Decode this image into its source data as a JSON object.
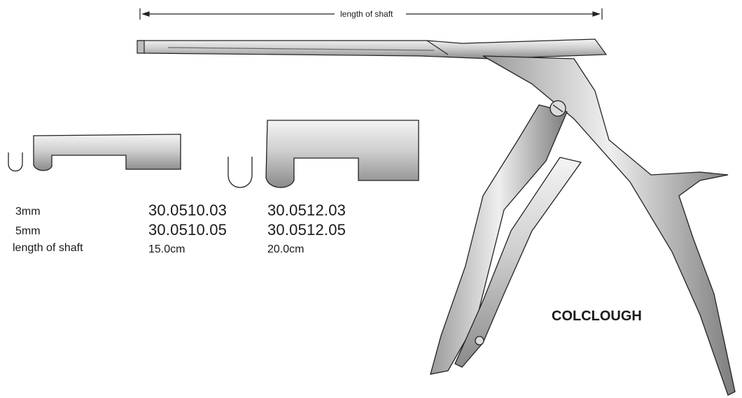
{
  "dimension": {
    "label": "length of shaft"
  },
  "table": {
    "rows": [
      {
        "label": "3mm",
        "col1": "30.0510.03",
        "col2": "30.0512.03"
      },
      {
        "label": "5mm",
        "col1": "30.0510.05",
        "col2": "30.0512.05"
      },
      {
        "label": "length of shaft",
        "col1": "15.0cm",
        "col2": "20.0cm"
      }
    ]
  },
  "product": {
    "name": "COLCLOUGH"
  }
}
